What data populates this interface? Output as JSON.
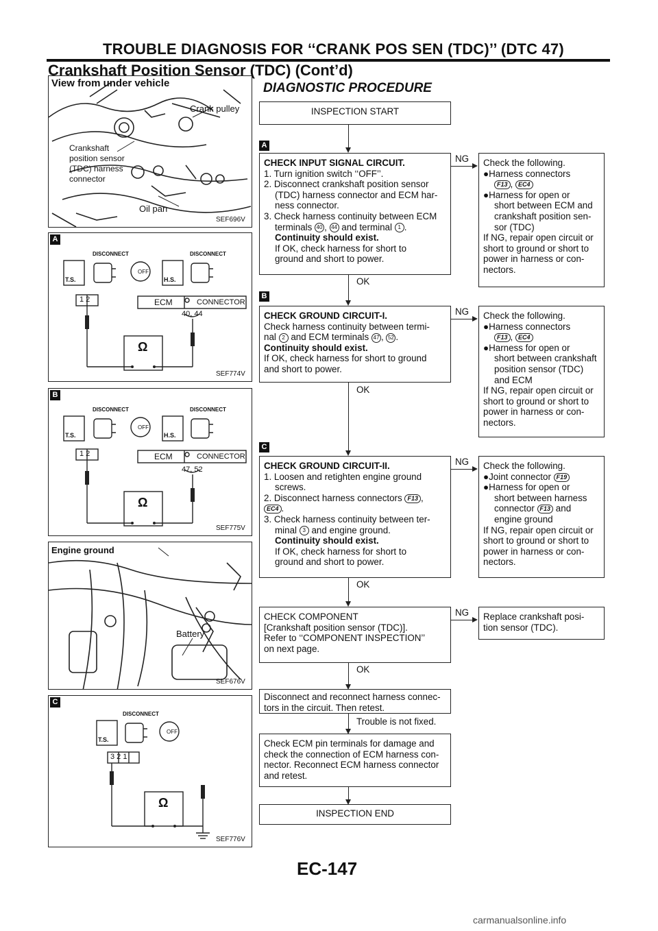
{
  "header": {
    "line1": "TROUBLE DIAGNOSIS FOR ‘‘CRANK POS SEN (TDC)’’ (DTC 47)",
    "line2": "Crankshaft Position Sensor (TDC) (Cont’d)"
  },
  "section_title": "DIAGNOSTIC PROCEDURE",
  "figures": {
    "f1": {
      "view": "View from under vehicle",
      "pulley": "Crank pulley",
      "sensor1": "Crankshaft",
      "sensor2": "position sensor",
      "sensor3": "(TDC) harness",
      "sensor4": "connector",
      "oilpan": "Oil pan",
      "code": "SEF696V"
    },
    "f2": {
      "tag": "A",
      "disc1": "DISCONNECT",
      "ts": "T.S.",
      "off": "OFF",
      "hs": "H.S.",
      "disc2": "DISCONNECT",
      "pins": "1 2",
      "ecm": "ECM",
      "connector": "CONNECTOR",
      "terms": "40, 44",
      "ohm": "Ω",
      "code": "SEF774V"
    },
    "f3": {
      "tag": "B",
      "disc1": "DISCONNECT",
      "ts": "T.S.",
      "off": "OFF",
      "hs": "H.S.",
      "disc2": "DISCONNECT",
      "pins": "1 2",
      "ecm": "ECM",
      "connector": "CONNECTOR",
      "terms": "47, 52",
      "ohm": "Ω",
      "code": "SEF775V"
    },
    "f4": {
      "ground": "Engine ground",
      "battery": "Battery",
      "code": "SEF676V"
    },
    "f5": {
      "tag": "C",
      "disc": "DISCONNECT",
      "ts": "T.S.",
      "off": "OFF",
      "pins": "3 2 1",
      "ohm": "Ω",
      "code": "SEF776V"
    }
  },
  "flow": {
    "start": "INSPECTION START",
    "tag_a": "A",
    "tag_b": "B",
    "tag_c": "C",
    "step1": {
      "title": "CHECK INPUT SIGNAL CIRCUIT.",
      "l1": "1. Turn ignition switch ‘‘OFF’’.",
      "l2": "2. Disconnect crankshaft position sensor",
      "l3": "(TDC) harness connector and ECM har-",
      "l4": "ness connector.",
      "l5": "3. Check harness continuity between ECM",
      "l6a": "terminals",
      "t40": "40",
      "comma": ",",
      "t44": "44",
      "l6b": "and terminal",
      "t1": "1",
      "dot": ".",
      "l7": "Continuity should exist.",
      "l8": "If OK, check harness for short to",
      "l9": "ground and short to power."
    },
    "ng1": {
      "l1": "Check the following.",
      "l2": "●Harness connectors",
      "c1": "F13",
      "comma": ",",
      "c2": "EC4",
      "l3": "●Harness for open or",
      "l4": "short between ECM and",
      "l5": "crankshaft position sen-",
      "l6": "sor (TDC)",
      "l7": "If NG, repair open circuit or",
      "l8": "short to ground or short to",
      "l9": "power in harness or con-",
      "l10": "nectors."
    },
    "step2": {
      "title": "CHECK GROUND CIRCUIT-I.",
      "l1": "Check harness continuity between termi-",
      "l2a": "nal",
      "t2": "2",
      "l2b": "and ECM terminals",
      "t47": "47",
      "comma": ",",
      "t52": "52",
      "dot": ".",
      "l3": "Continuity should exist.",
      "l4": "If OK, check harness for short to ground",
      "l5": "and short to power."
    },
    "ng2": {
      "l1": "Check the following.",
      "l2": "●Harness connectors",
      "c1": "F13",
      "comma": ",",
      "c2": "EC4",
      "l3": "●Harness for open or",
      "l4": "short between crankshaft",
      "l5": "position sensor (TDC)",
      "l6": "and ECM",
      "l7": "If NG, repair open circuit or",
      "l8": "short to ground or short to",
      "l9": "power in harness or con-",
      "l10": "nectors."
    },
    "step3": {
      "title": "CHECK GROUND CIRCUIT-II.",
      "l1": "1. Loosen and retighten engine ground",
      "l2": "screws.",
      "l3": "2. Disconnect harness connectors",
      "c1": "F13",
      "comma": ",",
      "c2": "EC4",
      "dot": ".",
      "l5": "3. Check harness continuity between ter-",
      "l6a": "minal",
      "t3": "3",
      "l6b": "and engine ground.",
      "l7": "Continuity should exist.",
      "l8": "If OK, check harness for short to",
      "l9": "ground and short to power."
    },
    "ng3": {
      "l1": "Check the following.",
      "l2": "●Joint connector",
      "c1": "F19",
      "l3": "●Harness for open or",
      "l4": "short between harness",
      "l5a": "connector",
      "c2": "F13",
      "l5b": "and",
      "l6": "engine ground",
      "l7": "If NG, repair open circuit or",
      "l8": "short to ground or short to",
      "l9": "power in harness or con-",
      "l10": "nectors."
    },
    "step4": {
      "l1": "CHECK COMPONENT",
      "l2": "[Crankshaft position sensor (TDC)].",
      "l3": "Refer to ‘‘COMPONENT INSPECTION’’",
      "l4": "on next page."
    },
    "ng4": {
      "l1": "Replace crankshaft posi-",
      "l2": "tion sensor (TDC)."
    },
    "step5": {
      "l1": "Disconnect and reconnect harness connec-",
      "l2": "tors in the circuit. Then retest."
    },
    "not_fixed": "Trouble is not fixed.",
    "step6": {
      "l1": "Check ECM pin terminals for damage and",
      "l2": "check the connection of ECM harness con-",
      "l3": "nector. Reconnect ECM harness connector",
      "l4": "and retest."
    },
    "end": "INSPECTION END",
    "ok": "OK",
    "ng": "NG"
  },
  "page_number": "EC-147",
  "footer": "carmanualsonline.info"
}
